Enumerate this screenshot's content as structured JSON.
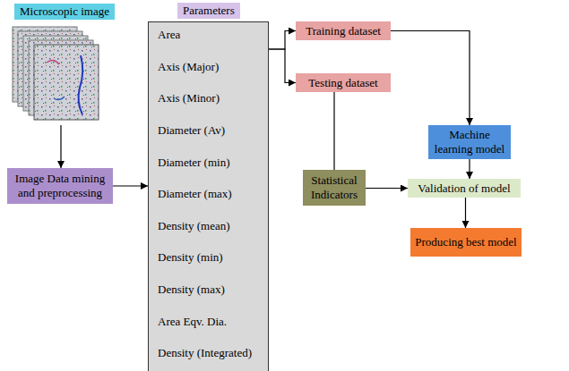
{
  "diagram": {
    "nodes": [
      {
        "text": [
          "Microscopic image"
        ]
      },
      {
        "text": [
          "Image Data mining and preprocessing"
        ]
      },
      {
        "text": [
          "Parameters",
          "Area",
          "Axis (Major)",
          "Axis (Minor)",
          "Diameter (Av)",
          "Diameter (min)",
          "Diameter (max)",
          "Density (mean)",
          "Density (min)",
          "Density (max)",
          "Area Eqv. Dia.",
          "Density (Integrated)"
        ]
      },
      {
        "text": [
          "Training dataset"
        ]
      },
      {
        "text": [
          "Testing dataset"
        ]
      },
      {
        "text": [
          "Machine learning model"
        ]
      },
      {
        "text": [
          "Statistical Indicators"
        ]
      },
      {
        "text": [
          "Validation of model"
        ]
      },
      {
        "text": [
          "Producing best model"
        ]
      }
    ],
    "edges": [
      {
        "from": 0,
        "to": 1,
        "arrow": "to"
      },
      {
        "from": 1,
        "to": 2,
        "arrow": "to"
      },
      {
        "from": 2,
        "to": 3,
        "arrow": "to"
      },
      {
        "from": 2,
        "to": 4,
        "arrow": "to"
      },
      {
        "from": 3,
        "to": 5,
        "arrow": "to"
      },
      {
        "from": 4,
        "to": 6,
        "arrow": "none"
      },
      {
        "from": 6,
        "to": 7,
        "arrow": "to"
      },
      {
        "from": 5,
        "to": 7,
        "arrow": "to"
      },
      {
        "from": 7,
        "to": 8,
        "arrow": "to"
      }
    ]
  }
}
